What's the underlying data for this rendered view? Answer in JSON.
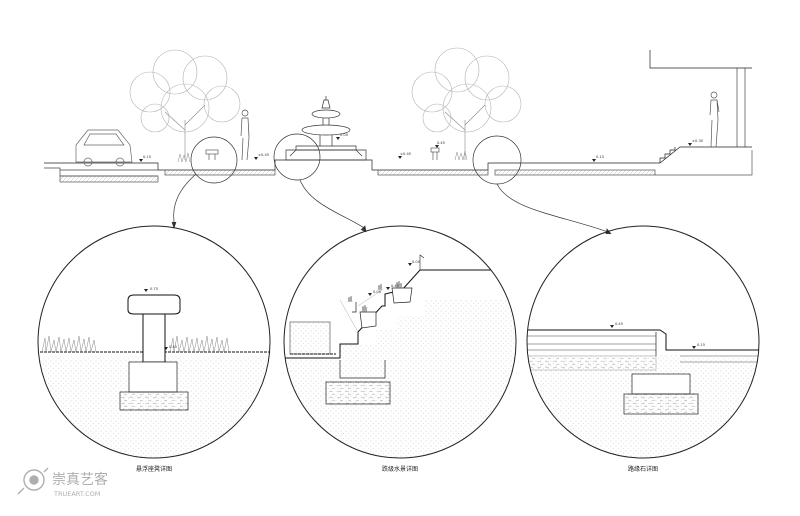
{
  "section": {
    "elevation_marks": [
      "0.15",
      "±0.45",
      "0.00",
      "0.45",
      "±0.45",
      "0.15",
      "±0.30"
    ]
  },
  "details": [
    {
      "caption": "悬浮座凳详图",
      "marks": [
        "0.75",
        "0.45"
      ]
    },
    {
      "caption": "跌级水景详图",
      "marks": [
        "0.00",
        "0.45",
        "0.00"
      ]
    },
    {
      "caption": "路缘石详图",
      "marks": [
        "0.45",
        "0.15"
      ]
    }
  ],
  "watermark": {
    "name": "崇真艺客",
    "domain": "TRUEART.COM"
  },
  "colors": {
    "line": "#222222",
    "light": "#b5b5b5",
    "watermark": "#9a9a9a"
  }
}
